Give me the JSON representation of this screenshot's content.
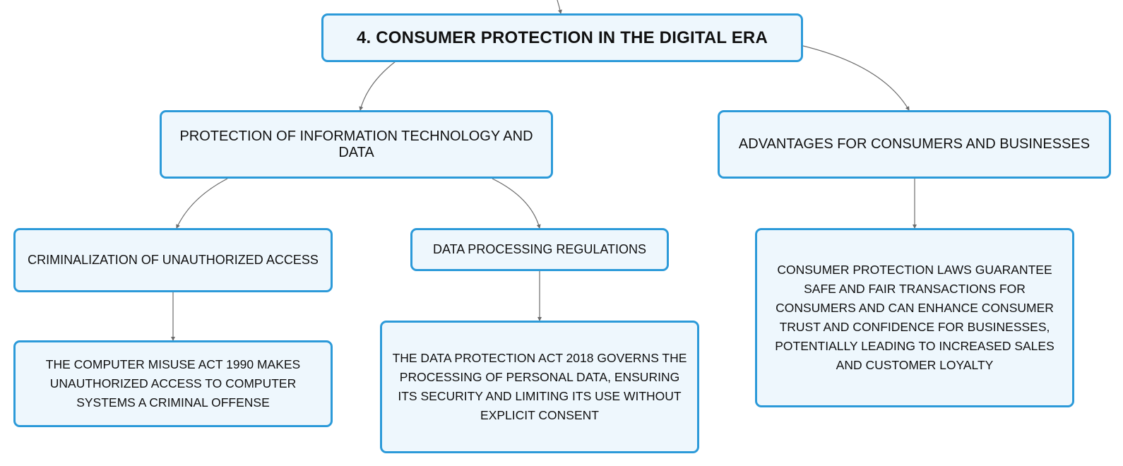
{
  "root": {
    "label": "4. CONSUMER PROTECTION IN THE DIGITAL ERA"
  },
  "branches": {
    "it_data": {
      "label": "PROTECTION OF INFORMATION TECHNOLOGY AND DATA",
      "children": {
        "criminalization": {
          "label": "CRIMINALIZATION OF UNAUTHORIZED ACCESS",
          "detail": "THE COMPUTER MISUSE ACT 1990 MAKES UNAUTHORIZED ACCESS TO COMPUTER SYSTEMS A CRIMINAL OFFENSE"
        },
        "data_processing": {
          "label": "DATA PROCESSING REGULATIONS",
          "detail": "THE DATA PROTECTION ACT 2018 GOVERNS THE PROCESSING OF PERSONAL DATA, ENSURING ITS SECURITY AND LIMITING ITS USE WITHOUT EXPLICIT CONSENT"
        }
      }
    },
    "advantages": {
      "label": "ADVANTAGES FOR CONSUMERS AND BUSINESSES",
      "detail": "CONSUMER PROTECTION LAWS GUARANTEE SAFE AND FAIR TRANSACTIONS FOR CONSUMERS AND CAN ENHANCE CONSUMER TRUST AND CONFIDENCE FOR BUSINESSES, POTENTIALLY LEADING TO INCREASED SALES AND CUSTOMER LOYALTY"
    }
  },
  "colors": {
    "node_border": "#2c9ad9",
    "node_fill": "#eef7fd",
    "connector": "#6b6b6b",
    "text": "#111111"
  }
}
